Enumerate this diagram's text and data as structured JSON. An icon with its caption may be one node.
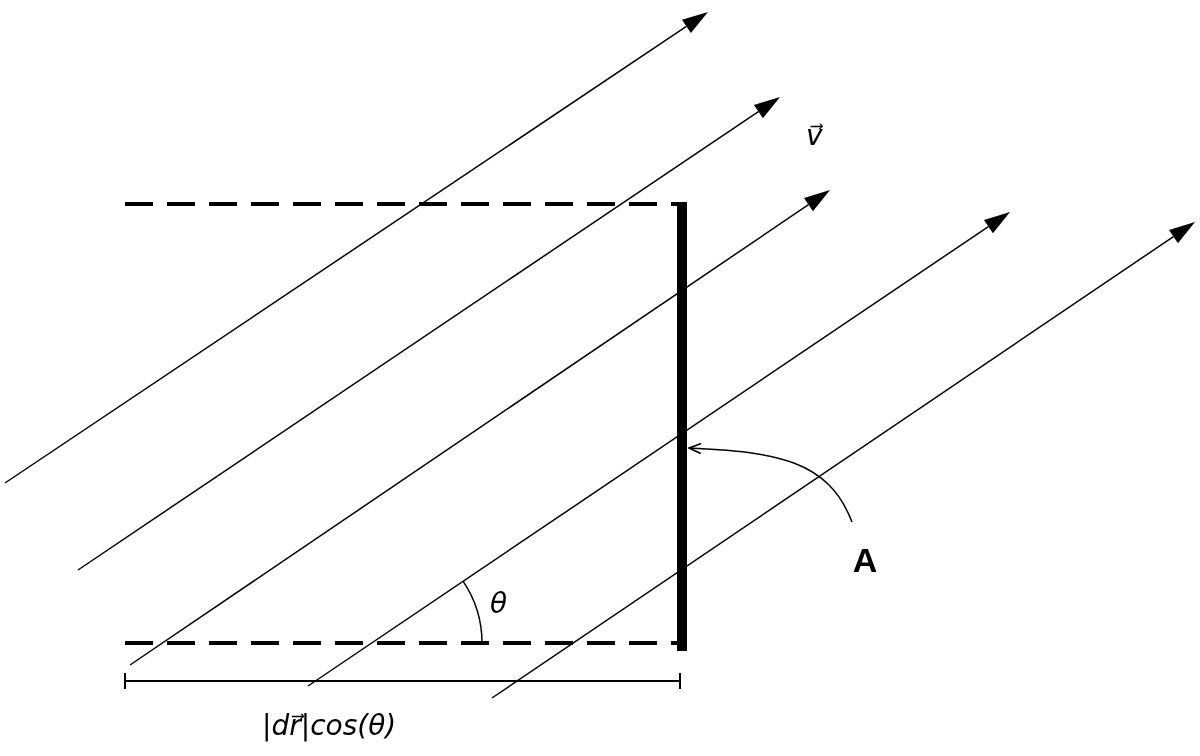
{
  "diagram": {
    "nodes": [
      {
        "text": [],
        "shape": "bar"
      },
      {
        "text": [
          "A"
        ]
      }
    ],
    "edges": [
      {
        "from": 1,
        "to": 0,
        "arrow": "to"
      }
    ],
    "labels": [
      "v⃗",
      "θ",
      "|dr⃗|cos(θ)"
    ]
  }
}
